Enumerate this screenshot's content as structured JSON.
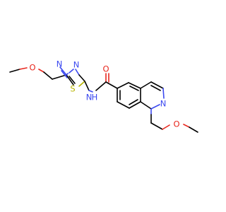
{
  "atoms": {
    "o_ether_left": "O",
    "n_thiadiazole_1": "N",
    "n_thiadiazole_2": "N",
    "s_thiadiazole": "S",
    "nh_amide": "N",
    "h_amide": "H",
    "o_carbonyl": "O",
    "n_indole": "N",
    "o_ether_right": "O"
  },
  "colors": {
    "carbon": "#000000",
    "oxygen": "#e8271e",
    "nitrogen": "#3b49f0",
    "sulfur": "#b8b400"
  }
}
